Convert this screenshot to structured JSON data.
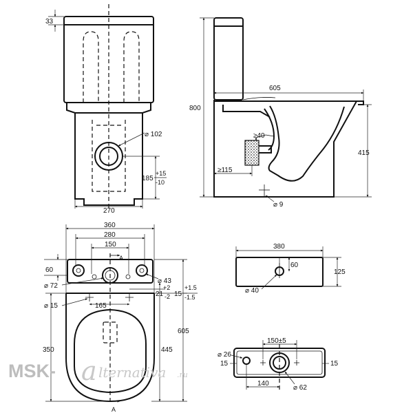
{
  "front_view": {
    "dim_tank_top": "33",
    "dim_outlet_dia": "⌀ 102",
    "dim_outlet_height": "185",
    "dim_outlet_tol_plus": "+15",
    "dim_outlet_tol_minus": "-10",
    "dim_base_width": "270"
  },
  "side_view": {
    "dim_height": "800",
    "dim_depth": "605",
    "dim_right_height": "415",
    "dim_min_40": "≥40",
    "dim_min_115": "≥115",
    "dim_fix_dia": "⌀ 9"
  },
  "top_view": {
    "dim_360": "360",
    "dim_280": "280",
    "dim_150": "150",
    "section_mark": "A",
    "dim_60": "60",
    "dim_72": "⌀ 72",
    "dim_43": "⌀ 43",
    "dim_21": "21",
    "dim_21_tol_plus": "+2",
    "dim_21_tol_minus": "-2",
    "dim_15_side": "15",
    "dim_15_tol_plus": "+1.5",
    "dim_15_tol_minus": "-1.5",
    "dim_15_dia": "⌀ 15",
    "dim_165": "165",
    "dim_605": "605",
    "dim_350": "350",
    "dim_445": "445"
  },
  "tank_front": {
    "dim_380": "380",
    "dim_60": "60",
    "dim_125": "125",
    "dim_40": "⌀ 40"
  },
  "tank_bottom": {
    "dim_150": "150±5",
    "dim_26": "⌀ 26",
    "dim_15_left": "15",
    "dim_15_right": "15",
    "dim_140": "140",
    "dim_62": "⌀ 62"
  },
  "watermark": {
    "brand": "MSK-",
    "letter": "a",
    "word": "lternativa",
    "tld": ".ru"
  }
}
